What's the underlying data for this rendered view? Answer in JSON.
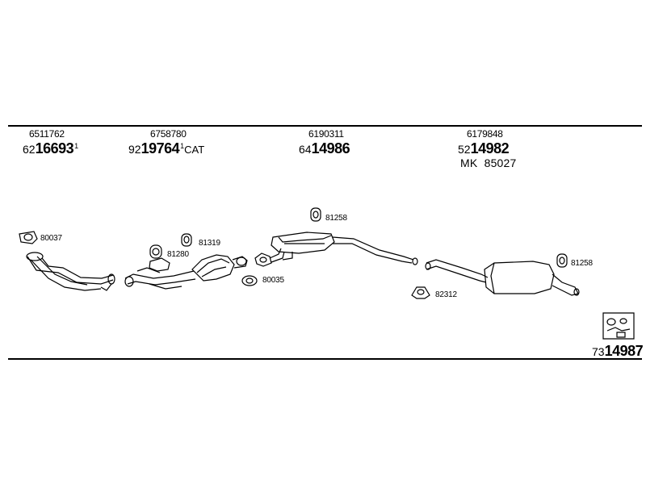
{
  "kits": [
    {
      "orig": "6511762",
      "pre": "62",
      "main": "16693",
      "sup": "1",
      "suffix": ""
    },
    {
      "orig": "6758780",
      "pre": "92",
      "main": "19764",
      "sup": "1",
      "suffix": "CAT"
    },
    {
      "orig": "6190311",
      "pre": "64",
      "main": "14986",
      "sup": "",
      "suffix": ""
    },
    {
      "orig": "6179848",
      "pre": "52",
      "main": "14982",
      "sup": "",
      "suffix": ""
    }
  ],
  "mk_code": "MK  85027",
  "bottom_code": {
    "pre": "73",
    "main": "14987"
  },
  "parts": {
    "p80037": "80037",
    "p81319": "81319",
    "p81280": "81280",
    "p80035": "80035",
    "p81258a": "81258",
    "p82312": "82312",
    "p81258b": "81258"
  }
}
